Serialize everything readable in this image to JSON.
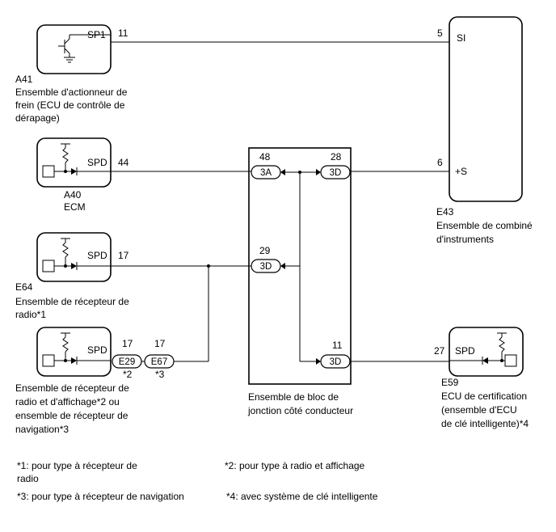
{
  "components": {
    "a41": {
      "code": "A41",
      "name_lines": [
        "Ensemble d'actionneur de",
        "frein (ECU de contrôle de",
        "dérapage)"
      ],
      "terminal": "SP1",
      "pin": "11"
    },
    "a40": {
      "code": "A40",
      "name_lines": [
        "ECM"
      ],
      "terminal": "SPD",
      "pin": "44"
    },
    "e64": {
      "code": "E64",
      "name_lines": [
        "Ensemble de récepteur de",
        "radio*1"
      ],
      "terminal": "SPD",
      "pin": "17"
    },
    "radio_nav": {
      "name_lines": [
        "Ensemble de récepteur de",
        "radio et d'affichage*2 ou",
        "ensemble de récepteur de",
        "navigation*3"
      ],
      "terminal": "SPD",
      "connectors": [
        {
          "pin": "17",
          "label": "E29",
          "note": "*2"
        },
        {
          "pin": "17",
          "label": "E67",
          "note": "*3"
        }
      ]
    },
    "e43": {
      "code": "E43",
      "name_lines": [
        "Ensemble de combiné",
        "d'instruments"
      ],
      "terminals": [
        {
          "pin": "5",
          "label": "SI"
        },
        {
          "pin": "6",
          "label": "+S"
        }
      ]
    },
    "junction": {
      "name_lines": [
        "Ensemble de bloc de",
        "jonction côté conducteur"
      ],
      "connectors": [
        {
          "pin": "48",
          "label": "3A"
        },
        {
          "pin": "28",
          "label": "3D"
        },
        {
          "pin": "29",
          "label": "3D"
        },
        {
          "pin": "11",
          "label": "3D"
        }
      ]
    },
    "e59": {
      "code": "E59",
      "name_lines": [
        "ECU de certification",
        "(ensemble d'ECU",
        "de clé intelligente)*4"
      ],
      "terminal": "SPD",
      "pin": "27"
    }
  },
  "footnotes": {
    "n1": "*1: pour type à récepteur de",
    "n1_cont": "radio",
    "n2": "*2: pour type à radio et affichage",
    "n3": "*3: pour type à récepteur de navigation",
    "n4": "*4: avec système de clé intelligente"
  }
}
